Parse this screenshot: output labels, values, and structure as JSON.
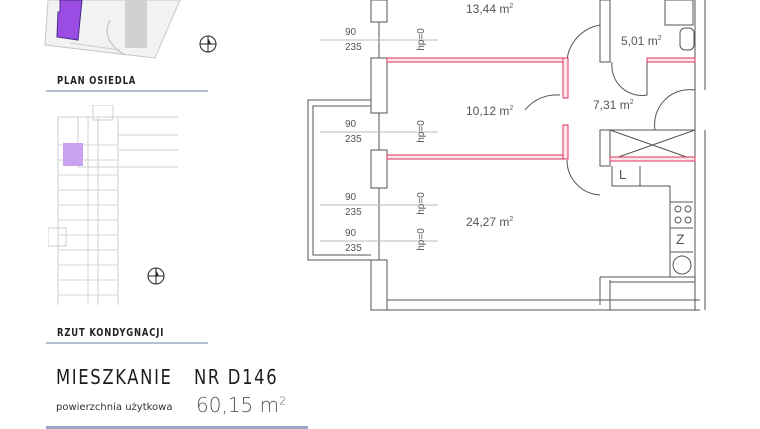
{
  "site_plan": {
    "label": "PLAN OSIEDLA",
    "highlight_color": "#9b4de3",
    "compass_icon": "north-arrow"
  },
  "floor_plan": {
    "label": "RZUT KONDYGNACJI",
    "highlight_color": "#c9a3f0",
    "compass_icon": "north-arrow"
  },
  "apartment": {
    "title": "MIESZKANIE",
    "number": "NR D146",
    "area_label": "powierzchnia użytkowa",
    "area_value": "60,15 m",
    "area_unit_sup": "2"
  },
  "rooms": [
    {
      "area": "13,44 m",
      "sup": "2"
    },
    {
      "area": "5,01 m",
      "sup": "2"
    },
    {
      "area": "10,12 m",
      "sup": "2"
    },
    {
      "area": "7,31 m",
      "sup": "2"
    },
    {
      "area": "24,27 m",
      "sup": "2"
    }
  ],
  "windows": [
    {
      "width": "90",
      "height": "235",
      "hp": "hp=0"
    },
    {
      "width": "90",
      "height": "235",
      "hp": "hp=0"
    },
    {
      "width": "90",
      "height": "235",
      "hp": "hp=0"
    },
    {
      "width": "90",
      "height": "235",
      "hp": "hp=0"
    }
  ],
  "kitchen": {
    "fridge_label": "L",
    "sink_label": "Z"
  },
  "colors": {
    "wall": "#555555",
    "partition": "#e0335e",
    "accent_rule": "#9aa6c9"
  }
}
